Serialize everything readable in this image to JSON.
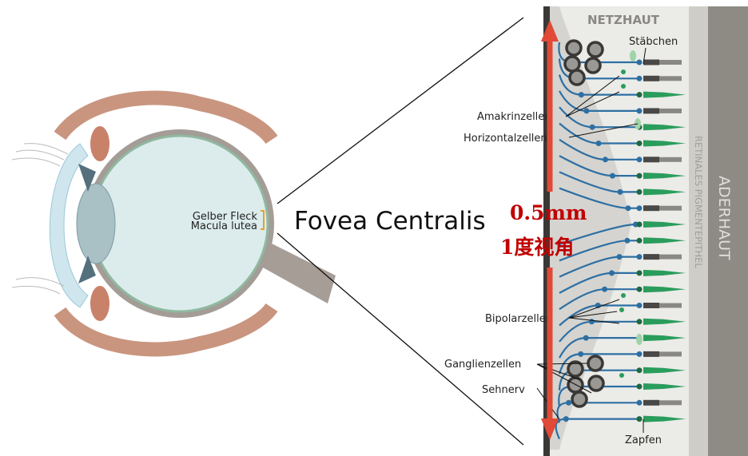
{
  "eye": {
    "label_line1": "Gelber Fleck",
    "label_line2": "Macula lutea"
  },
  "title": "Fovea Centralis",
  "annotation": {
    "size": "0.5mm",
    "angle": "1度视角"
  },
  "retina": {
    "netzhaut": "NETZHAUT",
    "pigment": "RETINALES PIGMENTEPITHEL",
    "aderhaut": "ADERHAUT",
    "labels": {
      "staebchen": "Stäbchen",
      "amakrin": "Amakrinzellen",
      "horizontal": "Horizontalzellen",
      "bipolar": "Bipolarzellen",
      "ganglien": "Ganglienzellen",
      "sehnerv": "Sehnerv",
      "zapfen": "Zapfen"
    }
  },
  "colors": {
    "arrow": "#e04a36",
    "annotation": "#c00000",
    "cone": "#2a9d5c",
    "rod": "#4a4846",
    "bipolar": "#2d6fa3"
  }
}
